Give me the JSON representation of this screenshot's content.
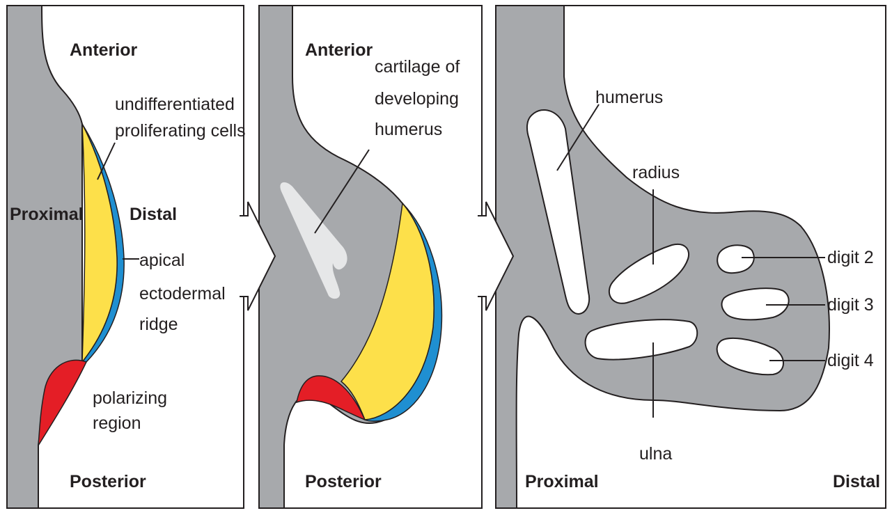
{
  "colors": {
    "tissue": "#a7a9ac",
    "proliferating": "#fde04a",
    "ridge": "#1f8fd1",
    "polarizing": "#e41e26",
    "cartilage": "#e6e7e8",
    "outline": "#231f20"
  },
  "panel1": {
    "anterior": "Anterior",
    "posterior": "Posterior",
    "proximal": "Proximal",
    "distal": "Distal",
    "undiff_line1": "undifferentiated",
    "undiff_line2": "proliferating cells",
    "aer_line1": "apical",
    "aer_line2": "ectodermal",
    "aer_line3": "ridge",
    "polar_line1": "polarizing",
    "polar_line2": "region"
  },
  "panel2": {
    "anterior": "Anterior",
    "posterior": "Posterior",
    "cart_line1": "cartilage of",
    "cart_line2": "developing",
    "cart_line3": "humerus"
  },
  "panel3": {
    "humerus": "humerus",
    "radius": "radius",
    "ulna": "ulna",
    "digit2": "digit 2",
    "digit3": "digit 3",
    "digit4": "digit 4",
    "proximal": "Proximal",
    "distal": "Distal"
  }
}
